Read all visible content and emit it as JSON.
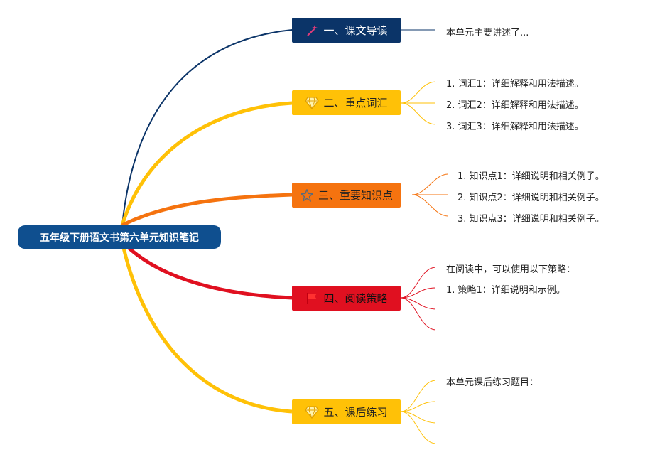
{
  "root": {
    "label": "五年级下册语文书第六单元知识笔记"
  },
  "colors": {
    "root": "#0f4f8f",
    "branch1": "#0b3468",
    "branch2": "#ffc107",
    "branch3": "#f5730f",
    "branch4": "#e01020",
    "branch5": "#ffc107"
  },
  "branches": [
    {
      "label": "一、课文导读",
      "icon": "magic-wand-icon",
      "items": [
        "本单元主要讲述了..."
      ]
    },
    {
      "label": "二、重点词汇",
      "icon": "diamond-icon",
      "items": [
        "1. 词汇1：详细解释和用法描述。",
        "2. 词汇2：详细解释和用法描述。",
        "3. 词汇3：详细解释和用法描述。"
      ]
    },
    {
      "label": "三、重要知识点",
      "icon": "star-icon",
      "items": [
        "1. 知识点1：详细说明和相关例子。",
        "2. 知识点2：详细说明和相关例子。",
        "3. 知识点3：详细说明和相关例子。"
      ]
    },
    {
      "label": "四、阅读策略",
      "icon": "flag-icon",
      "items": [
        "在阅读中，可以使用以下策略：",
        "1. 策略1：详细说明和示例。"
      ]
    },
    {
      "label": "五、课后练习",
      "icon": "diamond-icon",
      "items": [
        "本单元课后练习题目："
      ]
    }
  ]
}
